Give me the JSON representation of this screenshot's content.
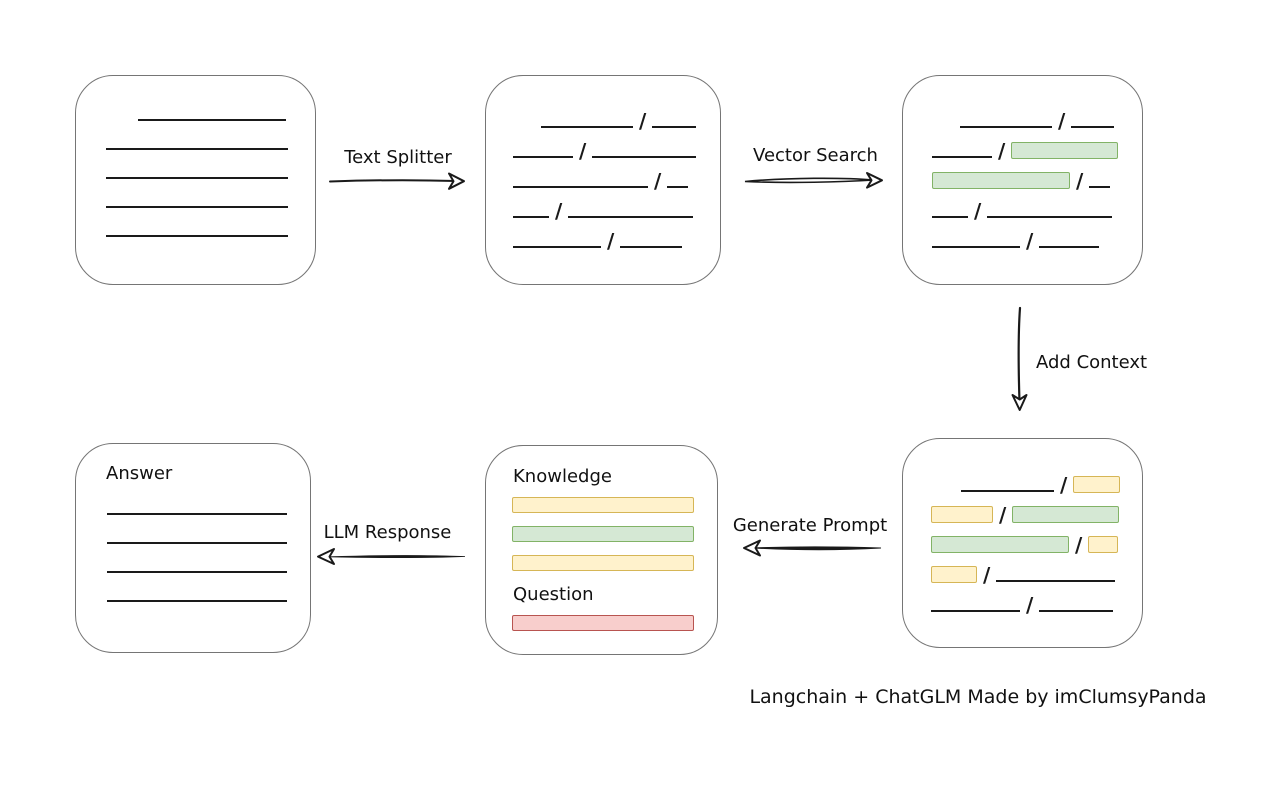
{
  "glyphs": {
    "slash": "/"
  },
  "colors": {
    "line": "#1a1a1a",
    "box_border": "#757575",
    "green_fill": "#d5e8d4",
    "green_border": "#82b366",
    "yellow_fill": "#fff2cc",
    "yellow_border": "#d6b656",
    "red_fill": "#f8cecc",
    "red_border": "#b85450"
  },
  "labels": {
    "text_splitter": "Text Splitter",
    "vector_search": "Vector Search",
    "add_context": "Add Context",
    "generate_prompt": "Generate Prompt",
    "llm_response": "LLM Response"
  },
  "boxes": {
    "source_document": {
      "lines": [
        {
          "indent": 32,
          "w": 148
        },
        {
          "indent": 0,
          "w": 182
        },
        {
          "indent": 0,
          "w": 182
        },
        {
          "indent": 0,
          "w": 182
        },
        {
          "indent": 0,
          "w": 182
        }
      ]
    },
    "split_chunks": {
      "rows": [
        {
          "indent": 28,
          "segments": [
            {
              "kind": "line",
              "w": 92
            },
            {
              "kind": "slash"
            },
            {
              "kind": "line",
              "w": 44
            }
          ]
        },
        {
          "indent": 0,
          "segments": [
            {
              "kind": "line",
              "w": 60
            },
            {
              "kind": "slash"
            },
            {
              "kind": "line",
              "w": 104
            }
          ]
        },
        {
          "indent": 0,
          "segments": [
            {
              "kind": "line",
              "w": 135
            },
            {
              "kind": "slash"
            },
            {
              "kind": "line",
              "w": 21
            }
          ]
        },
        {
          "indent": 0,
          "segments": [
            {
              "kind": "line",
              "w": 36
            },
            {
              "kind": "slash"
            },
            {
              "kind": "line",
              "w": 125
            }
          ]
        },
        {
          "indent": 0,
          "segments": [
            {
              "kind": "line",
              "w": 88
            },
            {
              "kind": "slash"
            },
            {
              "kind": "line",
              "w": 62
            }
          ]
        }
      ]
    },
    "matched_chunks": {
      "rows": [
        {
          "indent": 28,
          "segments": [
            {
              "kind": "line",
              "w": 92
            },
            {
              "kind": "slash"
            },
            {
              "kind": "line",
              "w": 43
            }
          ]
        },
        {
          "indent": 0,
          "segments": [
            {
              "kind": "line",
              "w": 60
            },
            {
              "kind": "slash"
            },
            {
              "kind": "bar",
              "color": "green",
              "w": 107
            }
          ]
        },
        {
          "indent": 0,
          "segments": [
            {
              "kind": "bar",
              "color": "green",
              "w": 138
            },
            {
              "kind": "slash"
            },
            {
              "kind": "line",
              "w": 21
            }
          ]
        },
        {
          "indent": 0,
          "segments": [
            {
              "kind": "line",
              "w": 36
            },
            {
              "kind": "slash"
            },
            {
              "kind": "line",
              "w": 125
            }
          ]
        },
        {
          "indent": 0,
          "segments": [
            {
              "kind": "line",
              "w": 88
            },
            {
              "kind": "slash"
            },
            {
              "kind": "line",
              "w": 60
            }
          ]
        }
      ]
    },
    "context_chunks": {
      "rows": [
        {
          "indent": 30,
          "segments": [
            {
              "kind": "line",
              "w": 93
            },
            {
              "kind": "slash"
            },
            {
              "kind": "bar",
              "color": "yellow",
              "w": 47
            }
          ]
        },
        {
          "indent": 0,
          "segments": [
            {
              "kind": "bar",
              "color": "yellow",
              "w": 62
            },
            {
              "kind": "slash"
            },
            {
              "kind": "bar",
              "color": "green",
              "w": 107
            }
          ]
        },
        {
          "indent": 0,
          "segments": [
            {
              "kind": "bar",
              "color": "green",
              "w": 138
            },
            {
              "kind": "slash"
            },
            {
              "kind": "bar",
              "color": "yellow",
              "w": 30
            }
          ]
        },
        {
          "indent": 0,
          "segments": [
            {
              "kind": "bar",
              "color": "yellow",
              "w": 46
            },
            {
              "kind": "slash"
            },
            {
              "kind": "line",
              "w": 119
            }
          ]
        },
        {
          "indent": 0,
          "segments": [
            {
              "kind": "line",
              "w": 89
            },
            {
              "kind": "slash"
            },
            {
              "kind": "line",
              "w": 74
            }
          ]
        }
      ]
    },
    "prompt": {
      "knowledge_label": "Knowledge",
      "question_label": "Question",
      "knowledge_bars": [
        {
          "color": "yellow"
        },
        {
          "color": "green"
        },
        {
          "color": "yellow"
        }
      ],
      "question_bars": [
        {
          "color": "red"
        }
      ]
    },
    "answer": {
      "label": "Answer",
      "lines": [
        {
          "indent": 0,
          "w": 180
        },
        {
          "indent": 0,
          "w": 180
        },
        {
          "indent": 0,
          "w": 180
        },
        {
          "indent": 0,
          "w": 180
        }
      ]
    }
  },
  "caption": "Langchain + ChatGLM Made by imClumsyPanda"
}
